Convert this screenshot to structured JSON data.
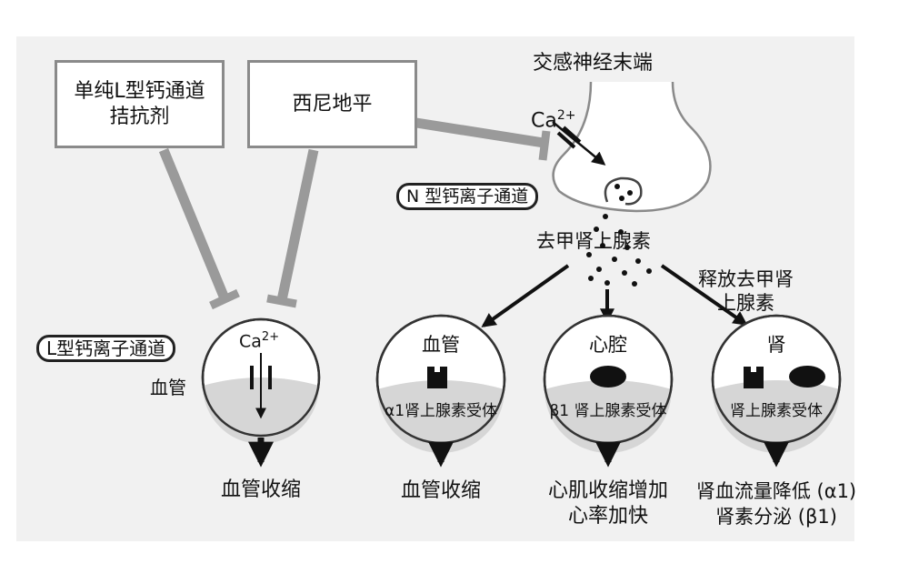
{
  "boxes": {
    "l_blocker": [
      "单纯L型钙通道",
      "拮抗剂"
    ],
    "cilnidipine": "西尼地平"
  },
  "nerve": {
    "title": "交感神经末端",
    "ca_ion": "Ca",
    "ca_charge": "2+",
    "n_channel": "N 型钙离子通道",
    "transmitter": "去甲肾上腺素",
    "release": [
      "释放去甲肾",
      "上腺素"
    ]
  },
  "vessel_left": {
    "channel": "L型钙离子通道",
    "ca_ion": "Ca",
    "ca_charge": "2+",
    "side_label": "血管",
    "effect": "血管收缩"
  },
  "targets": [
    {
      "title": "血管",
      "receptor": "α1肾上腺素受体",
      "effect": [
        "血管收缩"
      ]
    },
    {
      "title": "心腔",
      "receptor": "β1 肾上腺素受体",
      "effect": [
        "心肌收缩增加",
        "心率加快"
      ]
    },
    {
      "title": "肾",
      "receptor": "肾上腺素受体",
      "effect": [
        "肾血流量降低 (α1)",
        "肾素分泌 (β1)"
      ]
    }
  ]
}
